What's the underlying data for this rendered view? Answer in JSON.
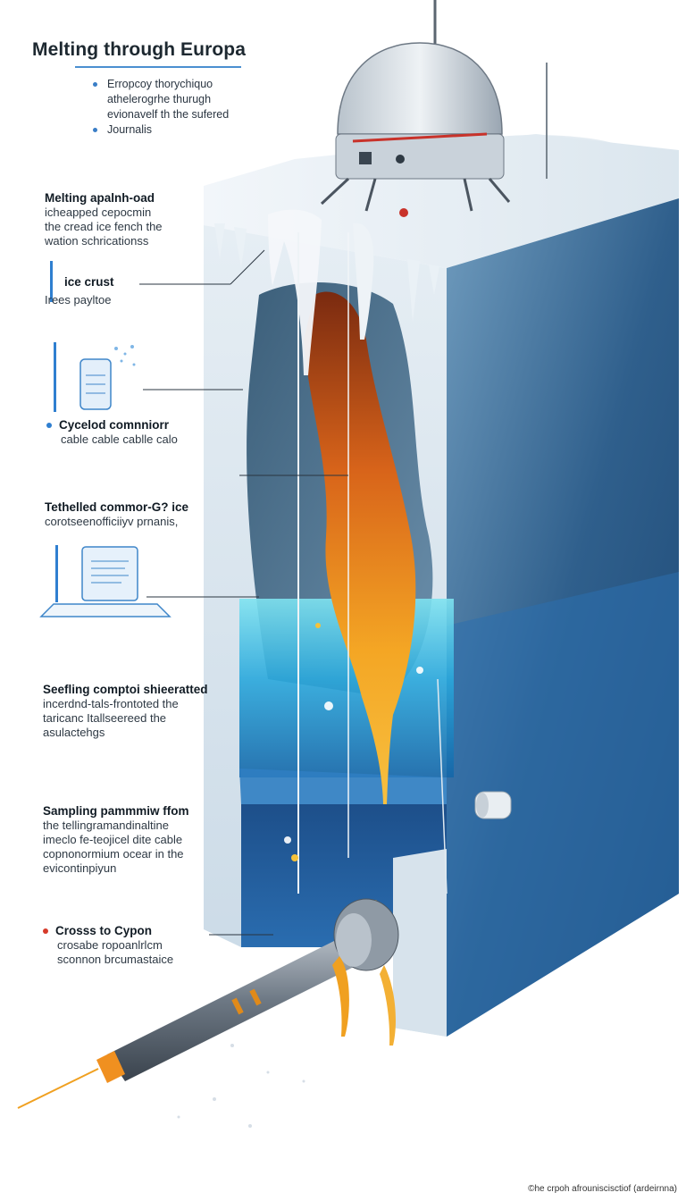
{
  "title": "Melting through Europa",
  "intro": {
    "lines": [
      {
        "text": "Erropcoy thorychiquo",
        "bullet": true
      },
      {
        "text": "athelerogrhe thurugh",
        "bullet": false
      },
      {
        "text": "evionavelf th the sufered",
        "bullet": false
      },
      {
        "text": "Journalis",
        "bullet": true
      }
    ]
  },
  "labels": {
    "melting": {
      "lines": [
        "Melting apalnh-oad",
        "icheapped cepocmin",
        "the cread  ice  fench  the",
        "wation schricationss"
      ]
    },
    "ice_crust": {
      "head": "ice crust",
      "sub": "Irees payltoe"
    },
    "comms": {
      "head": "Cycelod comnniorr",
      "sub": "cable cable cablle calo"
    },
    "tethered": {
      "head": "Tethelled commor-G?  ice",
      "sub": "corotseenofficiiyv prnanis,"
    },
    "seeking": {
      "lines": [
        "Seefling comptoi shieeratted",
        "incerdnd-tals-frontoted the",
        "taricanc Itallseereed the",
        "asulactehgs"
      ]
    },
    "sampling": {
      "lines": [
        "Sampling pammmiw ffom",
        "the tellingramandinaltine",
        "imeclo fe-teojicel dite cable",
        "copnonormium ocear in the",
        "evicontinpiyun"
      ]
    },
    "cross": {
      "head": "Crosss to Cypon",
      "sub1": "crosabe ropoanlrlcm",
      "sub2": "sconnon brcumastaice"
    }
  },
  "caption": "©he crpoh afrouniscisctiof (ardeirnna)",
  "colors": {
    "accent_blue": "#2f7fd0",
    "bullet_red": "#d63a2a",
    "ice": "#dfeaf2",
    "deep_ocean": "#1c5a96",
    "melt_orange": "#f0a020"
  }
}
